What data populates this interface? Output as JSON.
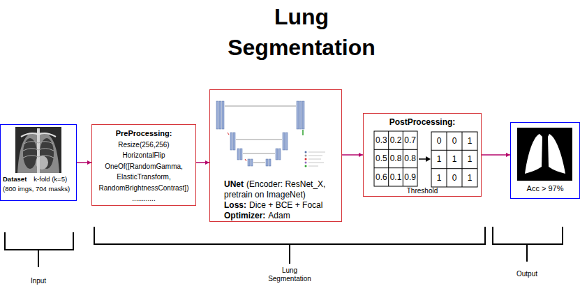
{
  "diagram": {
    "title": "Lung Segmentation",
    "nodes": [
      {
        "text": [
          "Dataset",
          "k-fold (k=5)",
          "(800 imgs, 704 masks)"
        ]
      },
      {
        "text": [
          "PreProcessing:",
          "Resize(256,256)",
          "HorizontalFlip",
          "OneOf([RandomGamma, ElasticTransform, RandomBrightnessContrast])",
          "............"
        ]
      },
      {
        "text": [
          "UNet",
          "(Encoder: ResNet_X, pretrain on ImageNet)",
          "Loss:",
          "Dice + BCE + Focal",
          "Optimizer:",
          "Adam"
        ]
      },
      {
        "text": [
          "PostProcessing:",
          "Threshold"
        ]
      },
      {
        "text": [
          "Acc > 97%"
        ]
      }
    ],
    "edges": [
      {
        "from": 0,
        "to": 1,
        "arrow": "to"
      },
      {
        "from": 1,
        "to": 2,
        "arrow": "to"
      },
      {
        "from": 2,
        "to": 3,
        "arrow": "to"
      },
      {
        "from": 3,
        "to": 4,
        "arrow": "to"
      }
    ],
    "labels": [
      "0.3",
      "0.2",
      "0.7",
      "0.5",
      "0.8",
      "0.8",
      "0.6",
      "0.1",
      "0.9",
      "0",
      "0",
      "1",
      "1",
      "1",
      "1",
      "1",
      "0",
      "1",
      "Input",
      "Lung Segmentation",
      "Output"
    ]
  }
}
